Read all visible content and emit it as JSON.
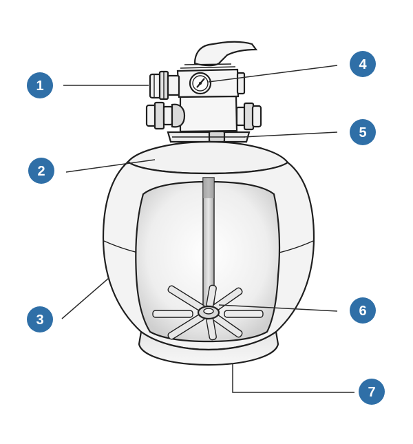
{
  "diagram": {
    "callouts": [
      {
        "id": "1",
        "label": "1"
      },
      {
        "id": "2",
        "label": "2"
      },
      {
        "id": "3",
        "label": "3"
      },
      {
        "id": "4",
        "label": "4"
      },
      {
        "id": "5",
        "label": "5"
      },
      {
        "id": "6",
        "label": "6"
      },
      {
        "id": "7",
        "label": "7"
      }
    ],
    "colors": {
      "callout_fill": "#2f6fa7",
      "callout_text": "#ffffff",
      "tank_fill": "#f1f1f1",
      "outline": "#1f1f1f"
    }
  }
}
